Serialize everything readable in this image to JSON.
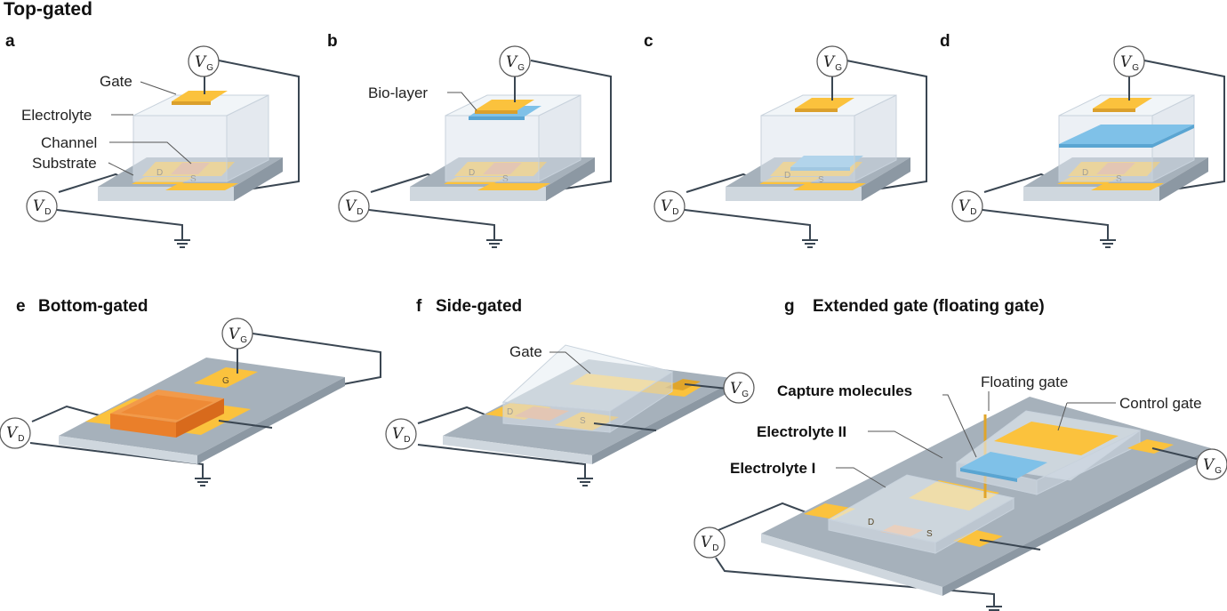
{
  "title": "Top-gated",
  "panels": {
    "a": {
      "letter": "a"
    },
    "b": {
      "letter": "b"
    },
    "c": {
      "letter": "c"
    },
    "d": {
      "letter": "d"
    },
    "e": {
      "letter": "e",
      "title": "Bottom-gated"
    },
    "f": {
      "letter": "f",
      "title": "Side-gated"
    },
    "g": {
      "letter": "g",
      "title": "Extended gate (floating gate)"
    }
  },
  "labels": {
    "gate": "Gate",
    "electrolyte": "Electrolyte",
    "channel": "Channel",
    "substrate": "Substrate",
    "bio_layer": "Bio-layer",
    "side_gate": "Gate",
    "capture_molecules": "Capture molecules",
    "floating_gate": "Floating gate",
    "control_gate": "Control gate",
    "electrolyte_ii": "Electrolyte II",
    "electrolyte_i": "Electrolyte I"
  },
  "symbols": {
    "v": "V",
    "gate_sub": "G",
    "drain_sub": "D",
    "drain_pad": "D",
    "source_pad": "S",
    "gate_pad": "G"
  },
  "colors": {
    "gate": "#fbc23d",
    "channel": "#eaa36f",
    "bio_layer": "#7fc1e8",
    "substrate": "#a6b1bb",
    "bottom_gate_semiconductor": "#ea7f2a",
    "wire": "#3a4652"
  }
}
